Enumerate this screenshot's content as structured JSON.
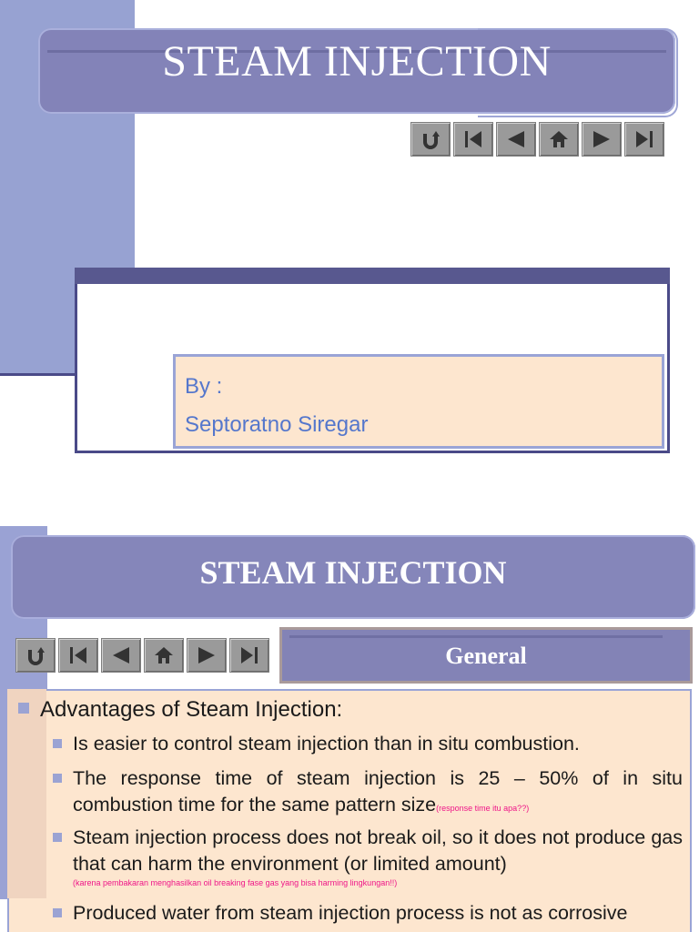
{
  "slide1": {
    "title": "STEAM INJECTION",
    "author_label": "By :",
    "author_name": "Septoratno Siregar",
    "nav_buttons": [
      "return-icon",
      "first-icon",
      "previous-icon",
      "home-icon",
      "next-icon",
      "last-icon"
    ]
  },
  "slide2": {
    "title": "STEAM INJECTION",
    "section": "General",
    "heading": "Advantages of Steam Injection:",
    "items": [
      {
        "text": "Is easier to control steam injection than in situ combustion.",
        "note": ""
      },
      {
        "text": "The response time of steam injection is 25 – 50% of in situ combustion time for the same pattern size",
        "note": "(response time itu apa??)"
      },
      {
        "text": "Steam injection process does not break oil, so it does not produce gas that can harm the environment (or limited amount)",
        "note": "(karena pembakaran menghasilkan oil breaking fase gas yang bisa harming lingkungan!!)"
      },
      {
        "text": "Produced water from steam injection process is not as corrosive",
        "note": ""
      }
    ]
  },
  "colors": {
    "sidebar": "#97a2d2",
    "title_bar": "#8383b8",
    "author_box": "#fde6cf",
    "author_text": "#5577cc",
    "note_text": "#ee1688",
    "bullet": "#9ba3d3"
  }
}
